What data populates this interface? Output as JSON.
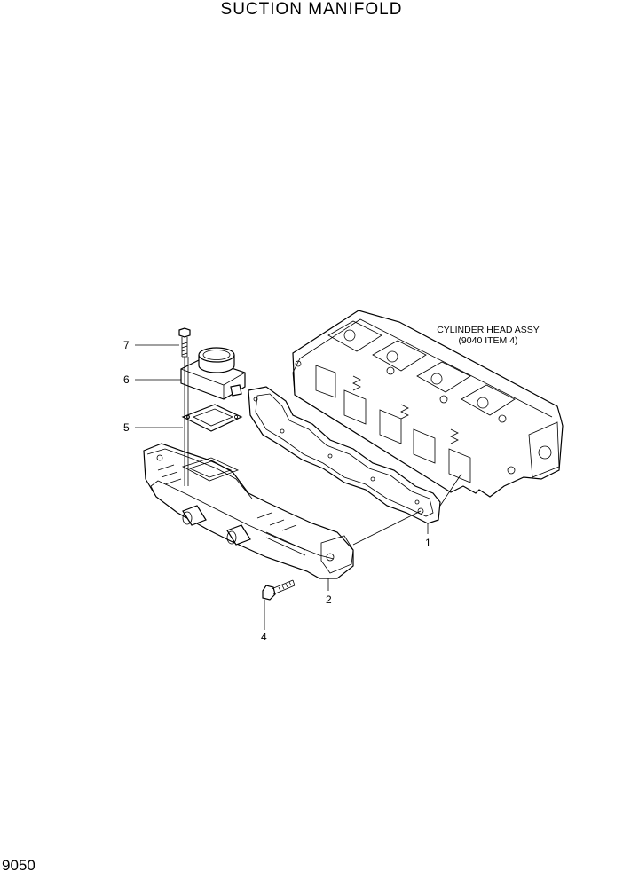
{
  "title": "SUCTION MANIFOLD",
  "page_number": "9050",
  "reference_note": {
    "line1": "CYLINDER HEAD ASSY",
    "line2": "(9040 ITEM 4)"
  },
  "callouts": [
    "1",
    "2",
    "4",
    "5",
    "6",
    "7"
  ]
}
